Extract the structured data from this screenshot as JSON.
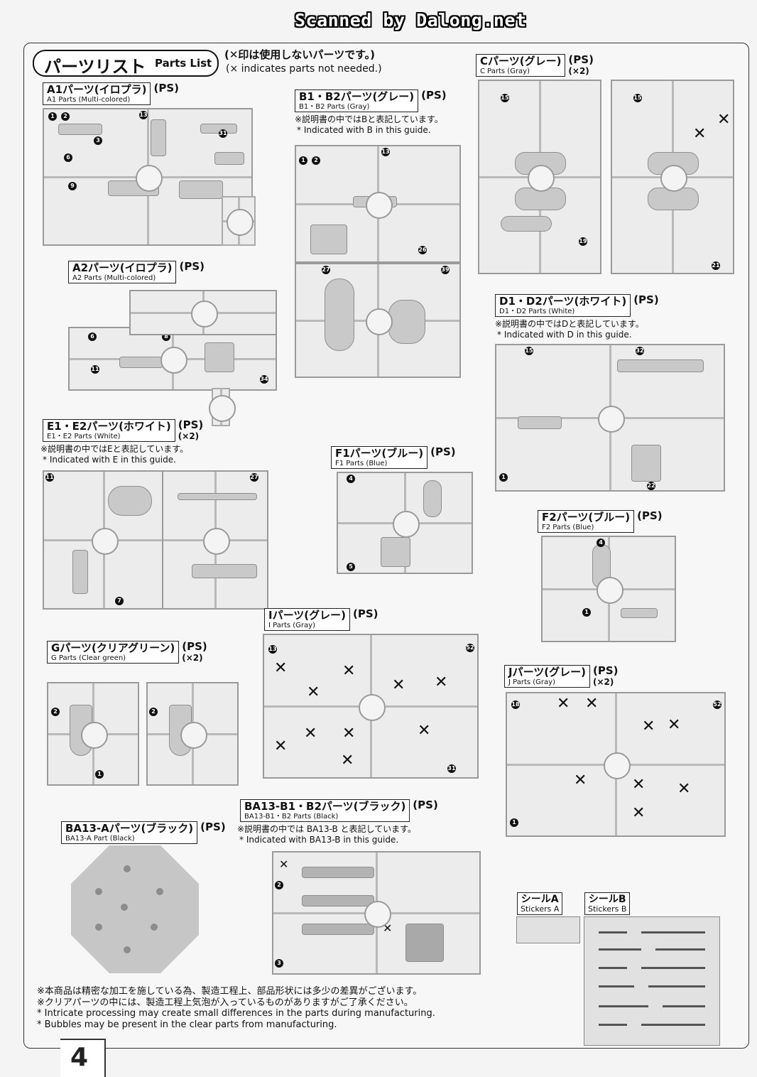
{
  "watermark": "Scanned by Dalong.net",
  "header": {
    "title_jp": "パーツリスト",
    "title_en": "Parts List",
    "note_jp": "(✕印は使用しないパーツです。)",
    "note_en": "(× indicates parts not needed.)"
  },
  "parts": {
    "a1": {
      "jp": "A1パーツ(イロプラ)",
      "en": "A1 Parts (Multi-colored)",
      "ps": "(PS)"
    },
    "a2": {
      "jp": "A2パーツ(イロプラ)",
      "en": "A2 Parts (Multi-colored)",
      "ps": "(PS)"
    },
    "b": {
      "jp": "B1・B2パーツ(グレー)",
      "en": "B1・B2 Parts (Gray)",
      "ps": "(PS)",
      "note_jp": "※説明書の中ではBと表記しています。",
      "note_en": "* Indicated with B in this guide."
    },
    "c": {
      "jp": "Cパーツ(グレー)",
      "en": "C Parts (Gray)",
      "ps": "(PS)",
      "qty": "(×2)"
    },
    "d": {
      "jp": "D1・D2パーツ(ホワイト)",
      "en": "D1・D2 Parts (White)",
      "ps": "(PS)",
      "note_jp": "※説明書の中ではDと表記しています。",
      "note_en": "* Indicated with D in this guide."
    },
    "e": {
      "jp": "E1・E2パーツ(ホワイト)",
      "en": "E1・E2 Parts (White)",
      "ps": "(PS)",
      "qty": "(×2)",
      "note_jp": "※説明書の中ではEと表記しています。",
      "note_en": "* Indicated with E in this guide."
    },
    "f1": {
      "jp": "F1パーツ(ブルー)",
      "en": "F1 Parts (Blue)",
      "ps": "(PS)"
    },
    "f2": {
      "jp": "F2パーツ(ブルー)",
      "en": "F2 Parts (Blue)",
      "ps": "(PS)"
    },
    "g": {
      "jp": "Gパーツ(クリアグリーン)",
      "en": "G Parts (Clear green)",
      "ps": "(PS)",
      "qty": "(×2)"
    },
    "i": {
      "jp": "Iパーツ(グレー)",
      "en": "I Parts (Gray)",
      "ps": "(PS)"
    },
    "j": {
      "jp": "Jパーツ(グレー)",
      "en": "J Parts (Gray)",
      "ps": "(PS)",
      "qty": "(×2)"
    },
    "ba13a": {
      "jp": "BA13-Aパーツ(ブラック)",
      "en": "BA13-A Part (Black)",
      "ps": "(PS)"
    },
    "ba13b": {
      "jp": "BA13-B1・B2パーツ(ブラック)",
      "en": "BA13-B1・B2 Parts (Black)",
      "ps": "(PS)",
      "note_jp": "※説明書の中では BA13-B と表記しています。",
      "note_en": "* Indicated with  BA13-B in this guide."
    }
  },
  "stickers": {
    "a": {
      "jp": "シールA",
      "en": "Stickers A"
    },
    "b": {
      "jp": "シールB",
      "en": "Stickers B"
    }
  },
  "footer": {
    "line1": "※本商品は精密な加工を施している為、製造工程上、部品形状には多少の差異がございます。",
    "line2": "※クリアパーツの中には、製造工程上気泡が入っているものがありますがご了承ください。",
    "line3": "* Intricate processing may create small differences in the parts during manufacturing.",
    "line4": "* Bubbles may be present in the clear parts from manufacturing."
  },
  "page_number": "4"
}
